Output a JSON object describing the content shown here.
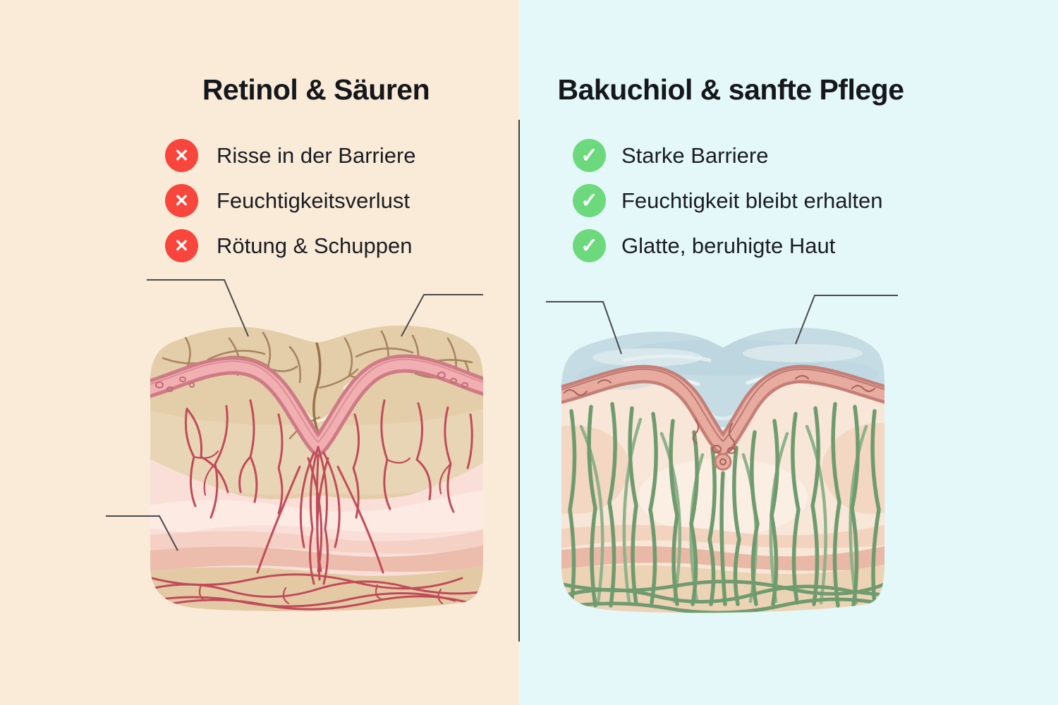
{
  "page": {
    "left_background": "#FAEBD9",
    "right_background": "#E4F8FA",
    "divider_color": "#3E3E3E",
    "callout_color": "#4A4A4A",
    "text_color": "#15171B"
  },
  "left_panel": {
    "title": "Retinol & Säuren",
    "icon": {
      "name": "x-circle-icon",
      "glyph": "✕",
      "color": "#F8463C"
    },
    "items": [
      {
        "label": "Risse in der Barriere"
      },
      {
        "label": "Feuchtigkeitsverlust"
      },
      {
        "label": "Rötung & Schuppen"
      }
    ],
    "illustration_colors": {
      "epidermis": "#E4CDA9",
      "cracks": "#A5835D",
      "barrier_band": "#F1AFB1",
      "band_edge": "#CE7B85",
      "dermis": "#F9DFD7",
      "vessels": "#C14B59"
    }
  },
  "right_panel": {
    "title": "Bakuchiol & sanfte Pflege",
    "icon": {
      "name": "check-circle-icon",
      "glyph": "✓",
      "color": "#6CD97D"
    },
    "items": [
      {
        "label": "Starke Barriere"
      },
      {
        "label": "Feuchtigkeit bleibt erhalten"
      },
      {
        "label": "Glatte, beruhigte Haut"
      }
    ],
    "illustration_colors": {
      "hydration_gel": "#C5DCE4",
      "barrier_band": "#E7ABA0",
      "band_edge": "#C67F77",
      "dermis": "#F8E7D8",
      "collagen_fibers": "#6F9B6F"
    }
  }
}
